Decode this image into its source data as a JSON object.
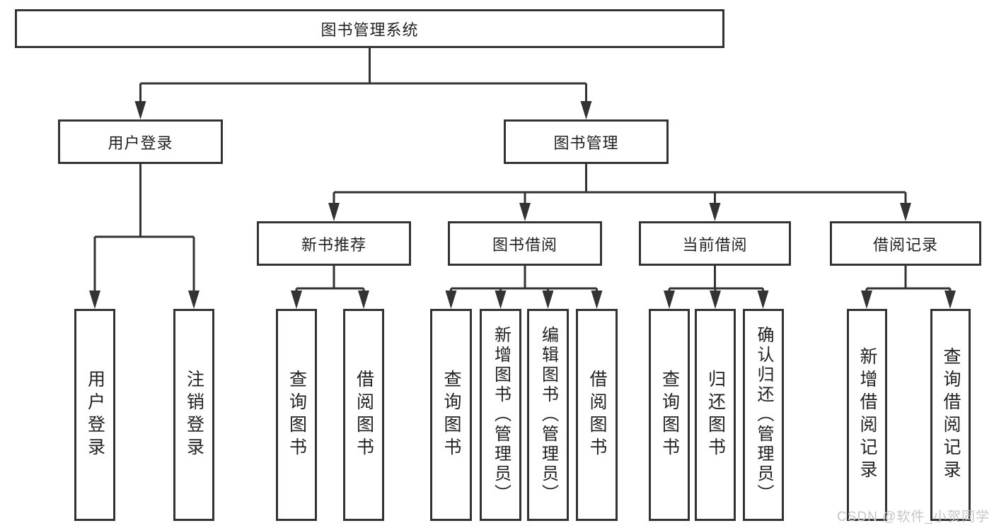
{
  "tree": {
    "label": "图书管理系统",
    "children": [
      {
        "label": "用户登录",
        "children": [
          {
            "label": "用户登录"
          },
          {
            "label": "注销登录"
          }
        ]
      },
      {
        "label": "图书管理",
        "children": [
          {
            "label": "新书推荐",
            "children": [
              {
                "label": "查询图书"
              },
              {
                "label": "借阅图书"
              }
            ]
          },
          {
            "label": "图书借阅",
            "children": [
              {
                "label": "查询图书"
              },
              {
                "label": "新增图书（管理员）"
              },
              {
                "label": "编辑图书（管理员）"
              },
              {
                "label": "借阅图书"
              }
            ]
          },
          {
            "label": "当前借阅",
            "children": [
              {
                "label": "查询图书"
              },
              {
                "label": "归还图书"
              },
              {
                "label": "确认归还（管理员）"
              }
            ]
          },
          {
            "label": "借阅记录",
            "children": [
              {
                "label": "新增借阅记录"
              },
              {
                "label": "查询借阅记录"
              }
            ]
          }
        ]
      }
    ]
  },
  "watermark": {
    "text": "CSDN @软件_小贺同学"
  },
  "colors": {
    "line": "#333333",
    "text": "#222222",
    "watermark": "#c7c7c7",
    "background": "#ffffff"
  }
}
